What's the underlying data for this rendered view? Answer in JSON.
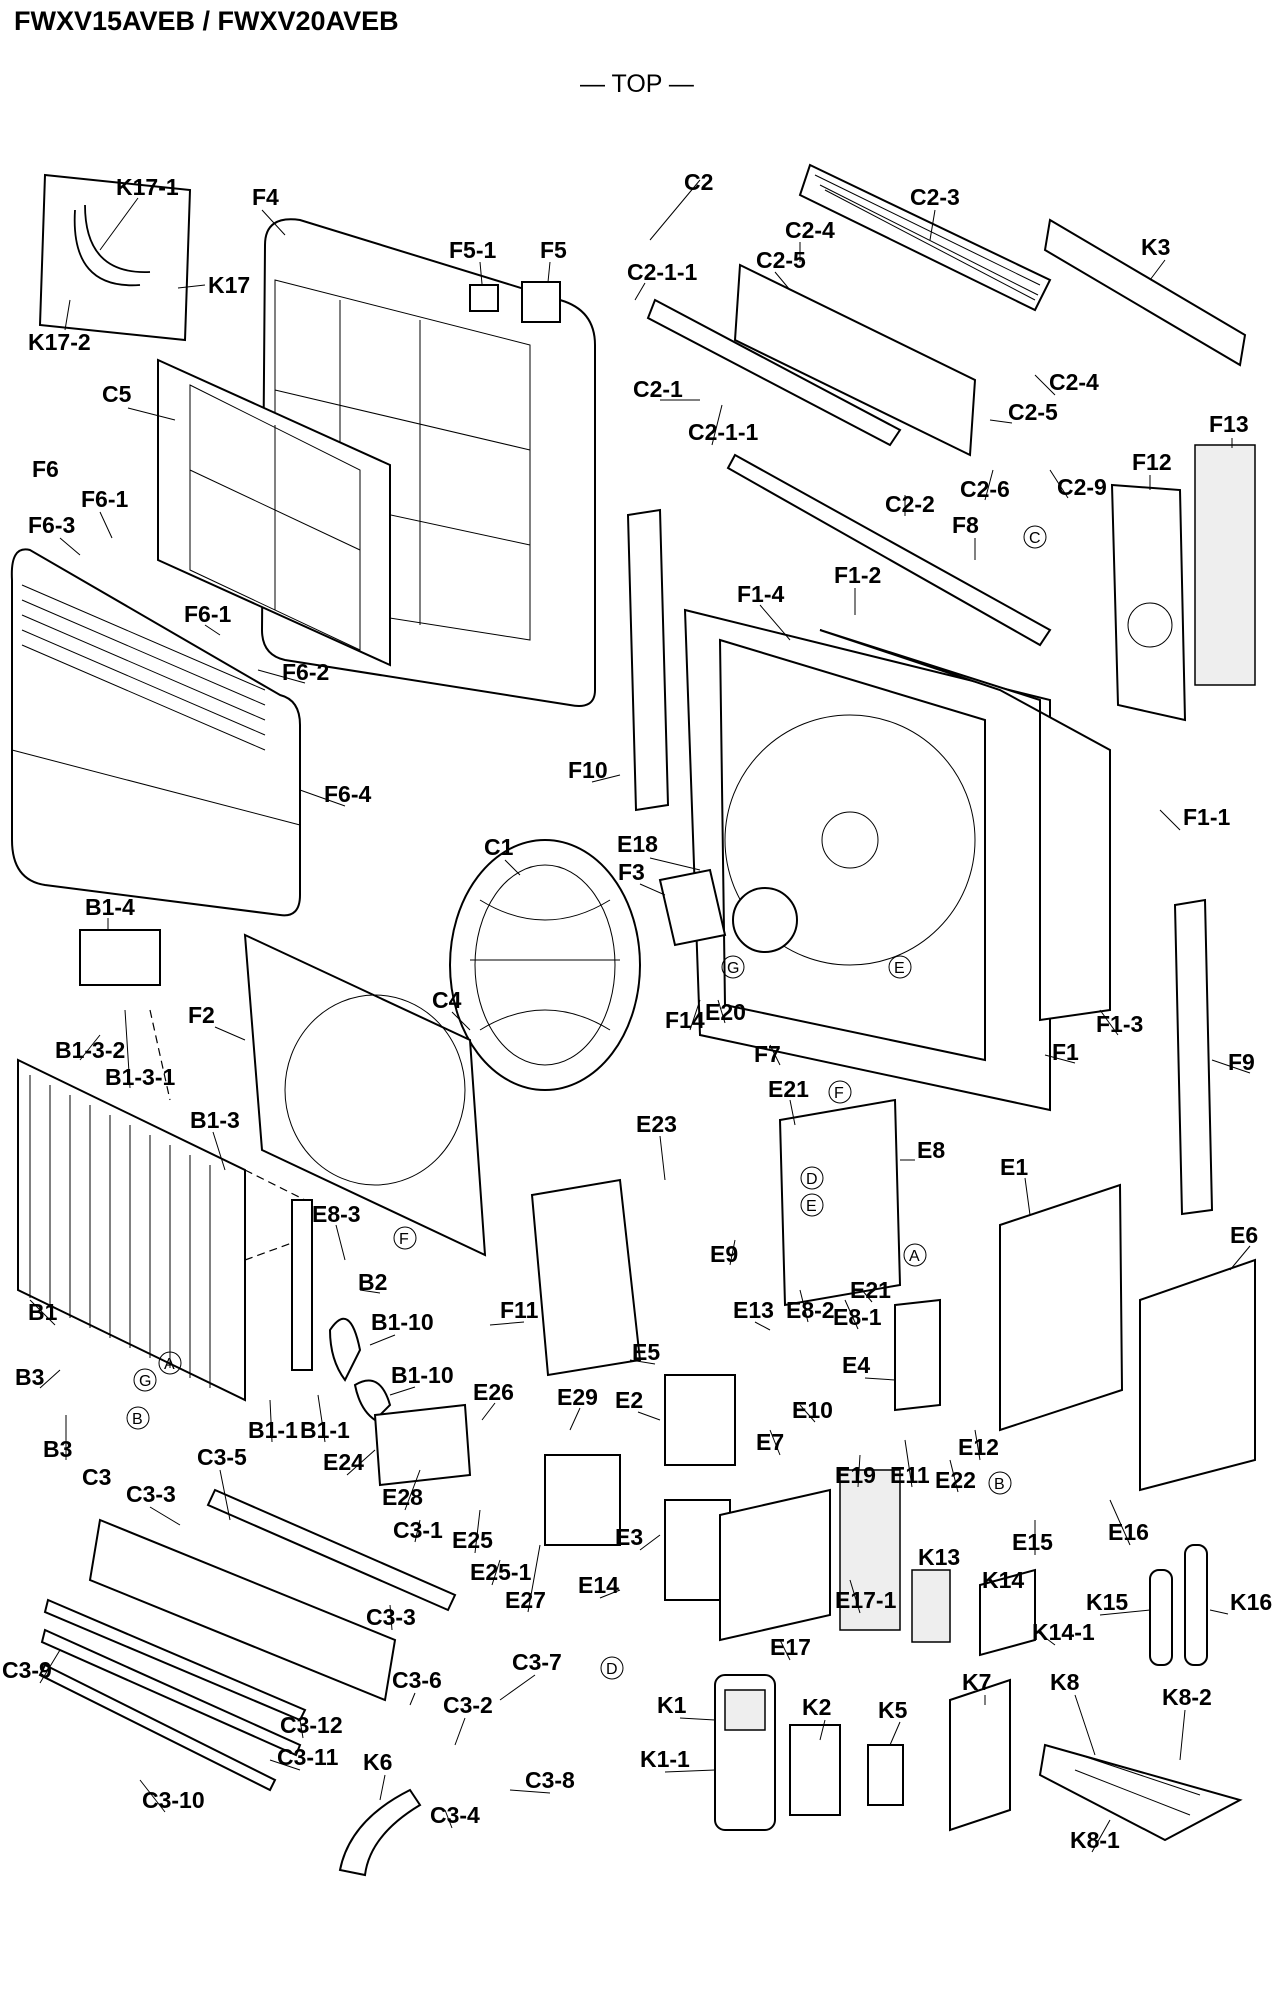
{
  "header": {
    "title": "FWXV15AVEB / FWXV20AVEB",
    "view": "— TOP —"
  },
  "labels": [
    {
      "id": "K17-1",
      "text": "K17-1"
    },
    {
      "id": "F4",
      "text": "F4"
    },
    {
      "id": "F5-1",
      "text": "F5-1"
    },
    {
      "id": "F5",
      "text": "F5"
    },
    {
      "id": "C2",
      "text": "C2"
    },
    {
      "id": "C2-3",
      "text": "C2-3"
    },
    {
      "id": "K3",
      "text": "K3"
    },
    {
      "id": "K17",
      "text": "K17"
    },
    {
      "id": "K17-2",
      "text": "K17-2"
    },
    {
      "id": "C2-4a",
      "text": "C2-4"
    },
    {
      "id": "C2-5a",
      "text": "C2-5"
    },
    {
      "id": "C2-1-1a",
      "text": "C2-1-1"
    },
    {
      "id": "C5",
      "text": "C5"
    },
    {
      "id": "C2-1",
      "text": "C2-1"
    },
    {
      "id": "C2-4b",
      "text": "C2-4"
    },
    {
      "id": "C2-5b",
      "text": "C2-5"
    },
    {
      "id": "C2-1-1b",
      "text": "C2-1-1"
    },
    {
      "id": "F13",
      "text": "F13"
    },
    {
      "id": "F6",
      "text": "F6"
    },
    {
      "id": "F12",
      "text": "F12"
    },
    {
      "id": "C2-6",
      "text": "C2-6"
    },
    {
      "id": "C2-9",
      "text": "C2-9"
    },
    {
      "id": "F6-1a",
      "text": "F6-1"
    },
    {
      "id": "C2-2",
      "text": "C2-2"
    },
    {
      "id": "F6-3",
      "text": "F6-3"
    },
    {
      "id": "F8",
      "text": "F8"
    },
    {
      "id": "F1-2",
      "text": "F1-2"
    },
    {
      "id": "F1-4",
      "text": "F1-4"
    },
    {
      "id": "F6-1b",
      "text": "F6-1"
    },
    {
      "id": "F6-2",
      "text": "F6-2"
    },
    {
      "id": "F10",
      "text": "F10"
    },
    {
      "id": "F6-4",
      "text": "F6-4"
    },
    {
      "id": "F1-1",
      "text": "F1-1"
    },
    {
      "id": "C1",
      "text": "C1"
    },
    {
      "id": "E18",
      "text": "E18"
    },
    {
      "id": "F3",
      "text": "F3"
    },
    {
      "id": "B1-4",
      "text": "B1-4"
    },
    {
      "id": "C4",
      "text": "C4"
    },
    {
      "id": "F2",
      "text": "F2"
    },
    {
      "id": "F14",
      "text": "F14"
    },
    {
      "id": "E20",
      "text": "E20"
    },
    {
      "id": "F1-3",
      "text": "F1-3"
    },
    {
      "id": "B1-3-2",
      "text": "B1-3-2"
    },
    {
      "id": "F7",
      "text": "F7"
    },
    {
      "id": "F1",
      "text": "F1"
    },
    {
      "id": "F9",
      "text": "F9"
    },
    {
      "id": "B1-3-1",
      "text": "B1-3-1"
    },
    {
      "id": "E21a",
      "text": "E21"
    },
    {
      "id": "E23",
      "text": "E23"
    },
    {
      "id": "E8",
      "text": "E8"
    },
    {
      "id": "B1-3",
      "text": "B1-3"
    },
    {
      "id": "E1",
      "text": "E1"
    },
    {
      "id": "E6",
      "text": "E6"
    },
    {
      "id": "E8-3",
      "text": "E8-3"
    },
    {
      "id": "E9",
      "text": "E9"
    },
    {
      "id": "B2",
      "text": "B2"
    },
    {
      "id": "B1",
      "text": "B1"
    },
    {
      "id": "F11",
      "text": "F11"
    },
    {
      "id": "E13",
      "text": "E13"
    },
    {
      "id": "E8-2",
      "text": "E8-2"
    },
    {
      "id": "E21b",
      "text": "E21"
    },
    {
      "id": "E8-1",
      "text": "E8-1"
    },
    {
      "id": "B1-10a",
      "text": "B1-10"
    },
    {
      "id": "E5",
      "text": "E5"
    },
    {
      "id": "E4",
      "text": "E4"
    },
    {
      "id": "B3a",
      "text": "B3"
    },
    {
      "id": "B1-10b",
      "text": "B1-10"
    },
    {
      "id": "E26",
      "text": "E26"
    },
    {
      "id": "E29",
      "text": "E29"
    },
    {
      "id": "E2",
      "text": "E2"
    },
    {
      "id": "E10",
      "text": "E10"
    },
    {
      "id": "B3b",
      "text": "B3"
    },
    {
      "id": "B1-1a",
      "text": "B1-1"
    },
    {
      "id": "B1-1b",
      "text": "B1-1"
    },
    {
      "id": "E7",
      "text": "E7"
    },
    {
      "id": "E12",
      "text": "E12"
    },
    {
      "id": "E24",
      "text": "E24"
    },
    {
      "id": "E19",
      "text": "E19"
    },
    {
      "id": "E11",
      "text": "E11"
    },
    {
      "id": "E22",
      "text": "E22"
    },
    {
      "id": "C3",
      "text": "C3"
    },
    {
      "id": "C3-5",
      "text": "C3-5"
    },
    {
      "id": "E28",
      "text": "E28"
    },
    {
      "id": "C3-3a",
      "text": "C3-3"
    },
    {
      "id": "E15",
      "text": "E15"
    },
    {
      "id": "E16",
      "text": "E16"
    },
    {
      "id": "C3-1",
      "text": "C3-1"
    },
    {
      "id": "E25",
      "text": "E25"
    },
    {
      "id": "E3",
      "text": "E3"
    },
    {
      "id": "E25-1",
      "text": "E25-1"
    },
    {
      "id": "E27",
      "text": "E27"
    },
    {
      "id": "E14",
      "text": "E14"
    },
    {
      "id": "E17-1",
      "text": "E17-1"
    },
    {
      "id": "K13",
      "text": "K13"
    },
    {
      "id": "K14",
      "text": "K14"
    },
    {
      "id": "C3-3b",
      "text": "C3-3"
    },
    {
      "id": "K15",
      "text": "K15"
    },
    {
      "id": "K16",
      "text": "K16"
    },
    {
      "id": "K14-1",
      "text": "K14-1"
    },
    {
      "id": "E17",
      "text": "E17"
    },
    {
      "id": "C3-9",
      "text": "C3-9"
    },
    {
      "id": "C3-7",
      "text": "C3-7"
    },
    {
      "id": "C3-6",
      "text": "C3-6"
    },
    {
      "id": "K1",
      "text": "K1"
    },
    {
      "id": "K2",
      "text": "K2"
    },
    {
      "id": "K5",
      "text": "K5"
    },
    {
      "id": "K7",
      "text": "K7"
    },
    {
      "id": "K8",
      "text": "K8"
    },
    {
      "id": "K8-2",
      "text": "K8-2"
    },
    {
      "id": "C3-2",
      "text": "C3-2"
    },
    {
      "id": "C3-12",
      "text": "C3-12"
    },
    {
      "id": "C3-11",
      "text": "C3-11"
    },
    {
      "id": "K1-1",
      "text": "K1-1"
    },
    {
      "id": "K6",
      "text": "K6"
    },
    {
      "id": "C3-8",
      "text": "C3-8"
    },
    {
      "id": "C3-10",
      "text": "C3-10"
    },
    {
      "id": "C3-4",
      "text": "C3-4"
    },
    {
      "id": "K8-1",
      "text": "K8-1"
    }
  ],
  "connectors": {
    "A": "A",
    "B": "B",
    "C": "C",
    "D": "D",
    "E": "E",
    "F": "F",
    "G": "G"
  }
}
